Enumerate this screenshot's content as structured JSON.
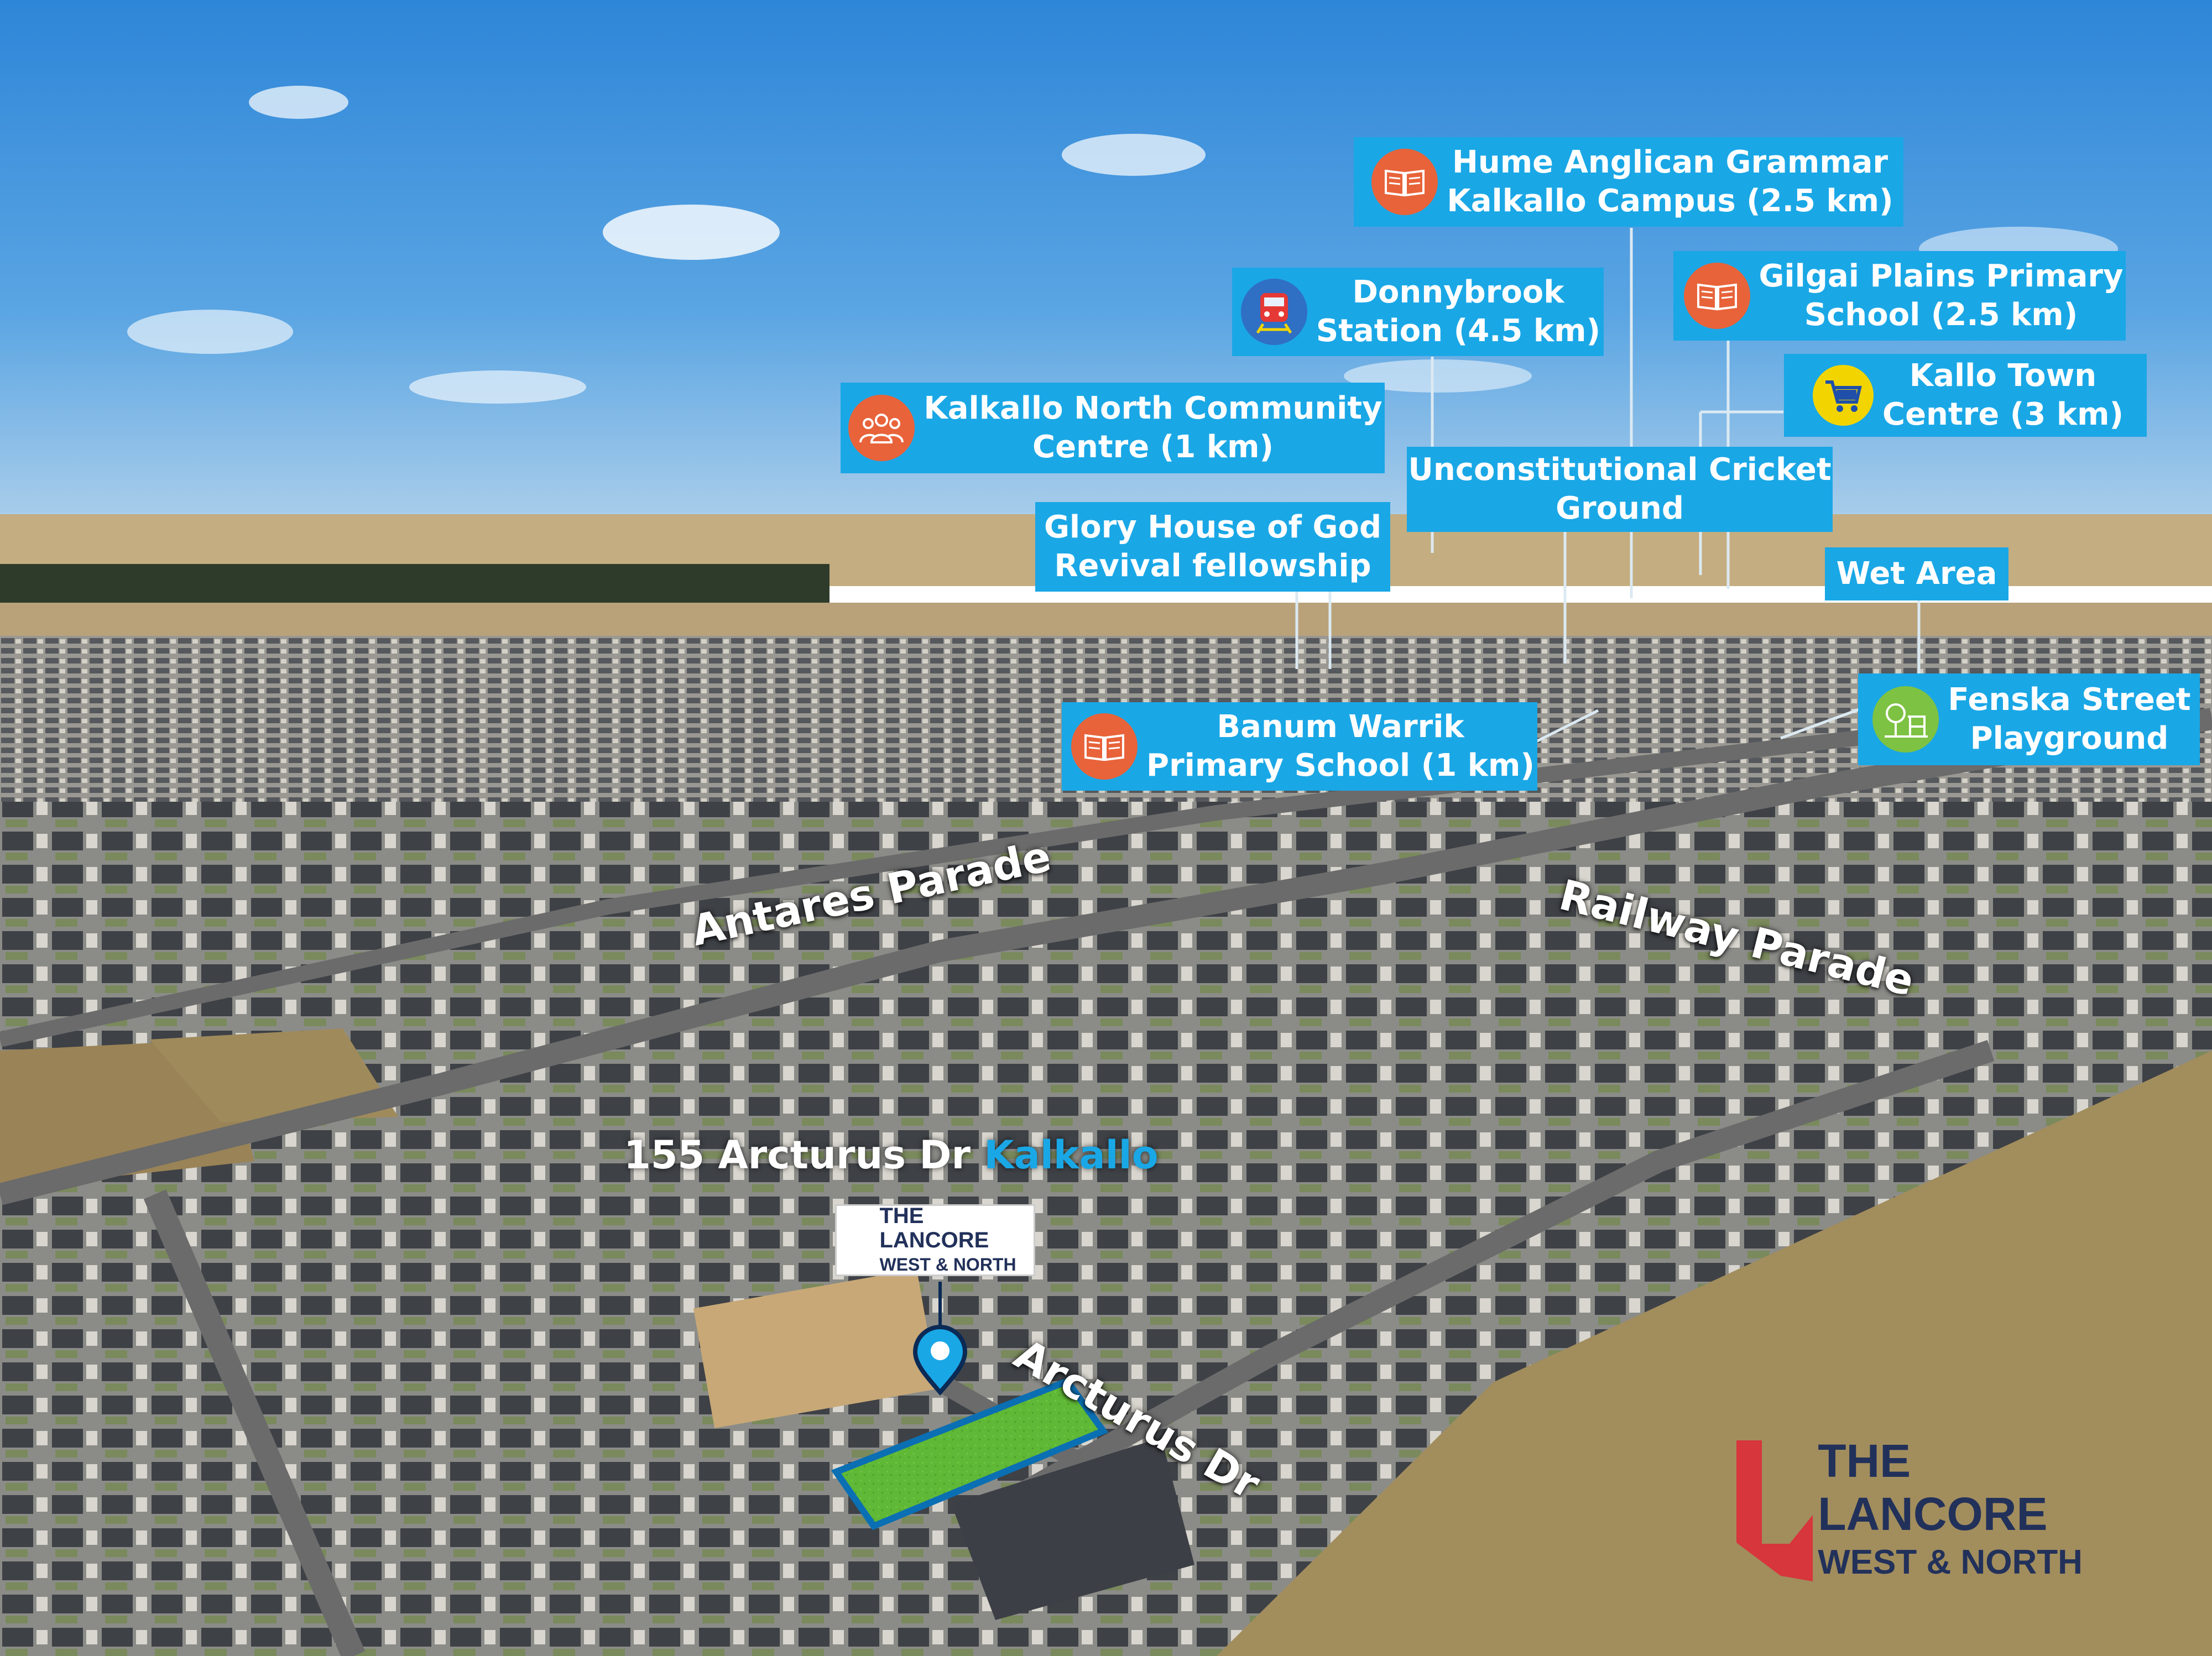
{
  "poi_labels": [
    {
      "text": "Hume Anglican Grammar\nKalkallo Campus (2.5 km)",
      "icon": "book-icon"
    },
    {
      "text": "Donnybrook\nStation (4.5 km)",
      "icon": "train-icon"
    },
    {
      "text": "Gilgai Plains Primary\nSchool (2.5 km)",
      "icon": "book-icon"
    },
    {
      "text": "Kallo Town\nCentre (3 km)",
      "icon": "shopping-cart-icon"
    },
    {
      "text": "Kalkallo North Community\nCentre (1 km)",
      "icon": "community-icon"
    },
    {
      "text": "Unconstitutional Cricket\nGround",
      "icon": ""
    },
    {
      "text": "Glory House of God\nRevival fellowship",
      "icon": ""
    },
    {
      "text": "Wet Area",
      "icon": ""
    },
    {
      "text": "Banum Warrik\nPrimary School (1 km)",
      "icon": "book-icon"
    },
    {
      "text": "Fenska Street\nPlayground",
      "icon": "playground-icon"
    }
  ],
  "roads": [
    "Antares Parade",
    "Railway Parade",
    "Arcturus Dr"
  ],
  "address": {
    "street": "155 Arcturus Dr",
    "suburb": "Kalkallo"
  },
  "branding": {
    "name": "THE LANCORE",
    "tagline": "WEST & NORTH"
  },
  "colors": {
    "label_bg": "#1aa7e6",
    "icon_orange": "#e8633a",
    "icon_yellow": "#f2d500",
    "icon_green": "#7dc242",
    "brand_navy": "#22315a",
    "brand_red": "#d6363c",
    "lot_green": "#5fb836"
  }
}
